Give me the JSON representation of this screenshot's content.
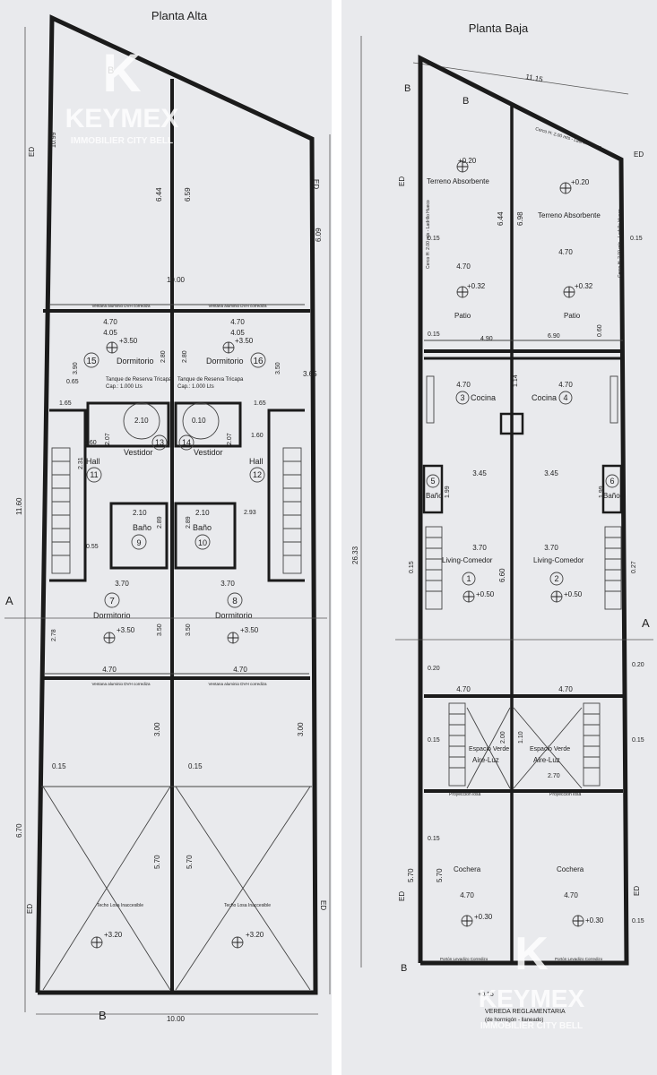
{
  "sheets": {
    "left": {
      "title": "Planta Alta",
      "watermark": {
        "logo": "K",
        "brand": "KEYMEX",
        "tagline": "IMMOBILIER CITY BELL"
      },
      "rooms": [
        {
          "name": "Dormitorio",
          "number": "15",
          "level": "+3.50"
        },
        {
          "name": "Dormitorio",
          "number": "16",
          "level": "+3.50"
        },
        {
          "name": "Vestidor",
          "number": "13"
        },
        {
          "name": "Vestidor",
          "number": "14"
        },
        {
          "name": "Hall",
          "number": "11"
        },
        {
          "name": "Hall",
          "number": "12"
        },
        {
          "name": "Baño",
          "number": "9"
        },
        {
          "name": "Baño",
          "number": "10"
        },
        {
          "name": "Dormitorio",
          "number": "7",
          "level": "+3.50"
        },
        {
          "name": "Dormitorio",
          "number": "8",
          "level": "+3.50"
        }
      ],
      "notes": {
        "window": "Ventana aluminio DVH corrediza",
        "tank": "Tanque de Reserva Tricapa",
        "tank_cap": "Cap.: 1.000 Lts",
        "roof": "Techo Losa Inaccesible",
        "roof_level": "+3.20",
        "ed": "ED",
        "section": "B",
        "axis": "A"
      },
      "dims": {
        "total_width": "10.00",
        "depth": "11.60",
        "front": "6.70",
        "tri_left": "6.44",
        "tri_right": "6.59",
        "right_edge": "6.09",
        "top_left": "10.99",
        "d470": "4.70",
        "d405": "4.05",
        "d390": "3.90",
        "d280": "2.80",
        "d350": "3.50",
        "d365": "3.65",
        "d065": "0.65",
        "d165": "1.65",
        "d210": "2.10",
        "d010": "0.10",
        "d207": "2.07",
        "d160": "1.60",
        "d231": "2.31",
        "d055": "0.55",
        "d289": "2.89",
        "d293": "2.93",
        "d370": "3.70",
        "d278": "2.78",
        "d300": "3.00",
        "d015": "0.15",
        "d570": "5.70"
      }
    },
    "right": {
      "title": "Planta Baja",
      "watermark": {
        "logo": "K",
        "brand": "KEYMEX",
        "tagline": "IMMOBILIER CITY BELL"
      },
      "rooms": [
        {
          "name": "Terreno Absorbente",
          "level": "+0.20"
        },
        {
          "name": "Terreno Absorbente",
          "level": "+0.20"
        },
        {
          "name": "Patio",
          "level": "+0.32"
        },
        {
          "name": "Patio",
          "level": "+0.32"
        },
        {
          "name": "Cocina",
          "number": "3"
        },
        {
          "name": "Cocina",
          "number": "4"
        },
        {
          "name": "Baño",
          "number": "5"
        },
        {
          "name": "Baño",
          "number": "6"
        },
        {
          "name": "Living-Comedor",
          "number": "1",
          "level": "+0.50"
        },
        {
          "name": "Living-Comedor",
          "number": "2",
          "level": "+0.50"
        },
        {
          "name": "Espacio Verde",
          "sub": "Aire-Luz"
        },
        {
          "name": "Espacio Verde",
          "sub": "Aire-Luz"
        },
        {
          "name": "Cochera",
          "level": "+0.30"
        },
        {
          "name": "Cochera",
          "level": "+0.30"
        }
      ],
      "notes": {
        "fence": "Cerco H: 2.00 mts - Ladrillo Hueco",
        "projection": "Proyección losa",
        "porton": "Portón Levadizo Corredizo",
        "sidewalk": "VEREDA REGLAMENTARIA",
        "sidewalk_sub": "(de hormigón - llaneado)",
        "sidewalk_level": "+0.15",
        "ed": "ED",
        "section": "B",
        "axis": "A"
      },
      "dims": {
        "total_width": "11.15",
        "depth": "26.33",
        "d644": "6.44",
        "d698": "6.98",
        "d015": "0.15",
        "d470": "4.70",
        "d490": "4.90",
        "d690": "6.90",
        "d060": "0.60",
        "d345": "3.45",
        "d199": "1.99",
        "d370": "3.70",
        "d660": "6.60",
        "d027": "0.27",
        "d020": "0.20",
        "d270": "2.70",
        "d570": "5.70",
        "d114": "1.14",
        "d110": "1.10",
        "d200": "2.00"
      }
    }
  }
}
